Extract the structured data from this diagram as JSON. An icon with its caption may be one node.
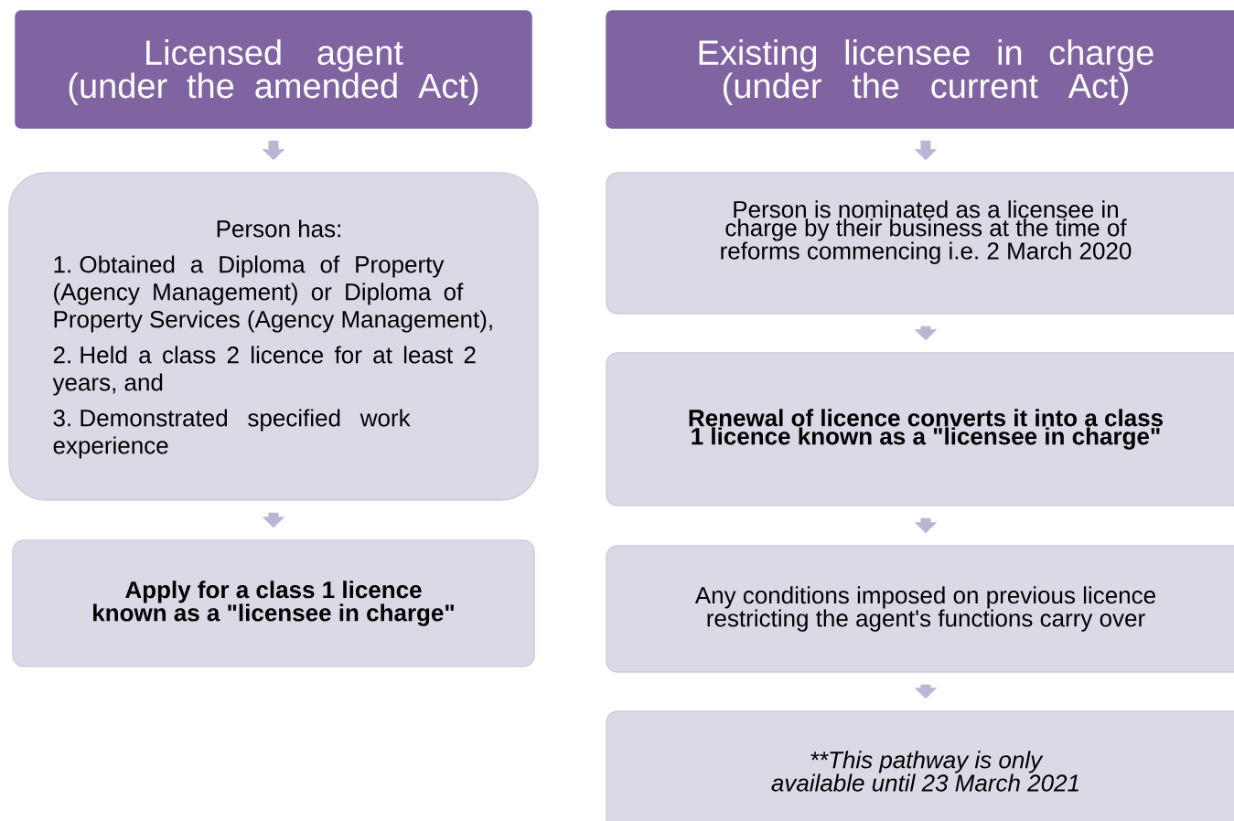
{
  "diagram": {
    "nodes": [
      {
        "text": [
          "Licensed agent",
          "(under the amended Act)"
        ]
      },
      {
        "text": [
          "Person has:",
          "1. Obtained a Diploma of Property (Agency Management) or Diploma of Property Services (Agency Management),",
          "2. Held a class 2 licence for at least 2 years, and",
          "3. Demonstrated specified work experience"
        ]
      },
      {
        "text": [
          "Apply for a class 1 licence known as a \"licensee in charge\""
        ]
      },
      {
        "text": [
          "Existing licensee in charge",
          "(under the current Act)"
        ]
      },
      {
        "text": [
          "Person is nominated as a licensee in charge by their business at the time of reforms commencing i.e. 2 March 2020"
        ]
      },
      {
        "text": [
          "Renewal of licence converts it into a class 1 licence known as a \"licensee in charge\""
        ]
      },
      {
        "text": [
          "Any conditions imposed on previous licence restricting the agent's functions carry over"
        ]
      },
      {
        "text": [
          "**This pathway is only available until 23 March 2021"
        ]
      }
    ],
    "edges": [
      {
        "from": 0,
        "to": 1,
        "arrow": "to"
      },
      {
        "from": 1,
        "to": 2,
        "arrow": "to"
      },
      {
        "from": 3,
        "to": 4,
        "arrow": "to"
      },
      {
        "from": 4,
        "to": 5,
        "arrow": "to"
      },
      {
        "from": 5,
        "to": 6,
        "arrow": "to"
      },
      {
        "from": 6,
        "to": 7,
        "arrow": "to"
      }
    ]
  }
}
